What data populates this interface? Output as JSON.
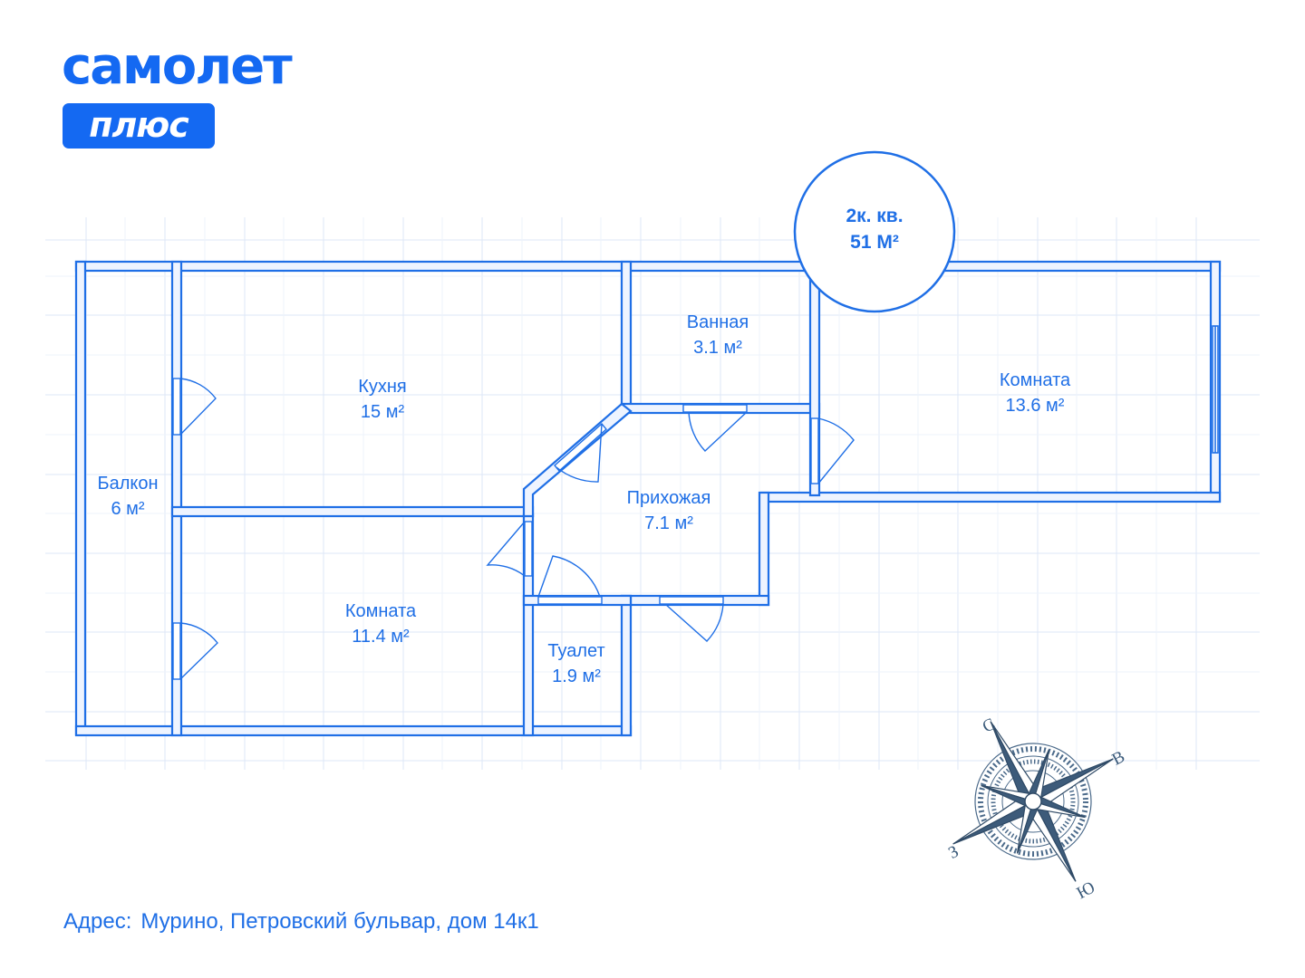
{
  "brand": {
    "name": "самолет",
    "badge": "плюс",
    "color": "#1469f2"
  },
  "summary": {
    "rooms": "2к. кв.",
    "area": "51 М²"
  },
  "rooms": [
    {
      "name": "Балкон",
      "area": "6 м²"
    },
    {
      "name": "Кухня",
      "area": "15 м²"
    },
    {
      "name": "Ванная",
      "area": "3.1 м²"
    },
    {
      "name": "Комната",
      "area": "13.6 м²"
    },
    {
      "name": "Прихожая",
      "area": "7.1 м²"
    },
    {
      "name": "Комната",
      "area": "11.4 м²"
    },
    {
      "name": "Туалет",
      "area": "1.9 м²"
    }
  ],
  "compass": {
    "north": "С",
    "east": "В",
    "south": "Ю",
    "west": "З"
  },
  "address": {
    "label": "Адрес:",
    "value": "Мурино, Петровский бульвар, дом 14к1"
  },
  "colors": {
    "wall": "#1f6fe6",
    "wall_fill": "#eef4ff",
    "grid": "#dbe6f8",
    "text": "#1f6fe6"
  }
}
